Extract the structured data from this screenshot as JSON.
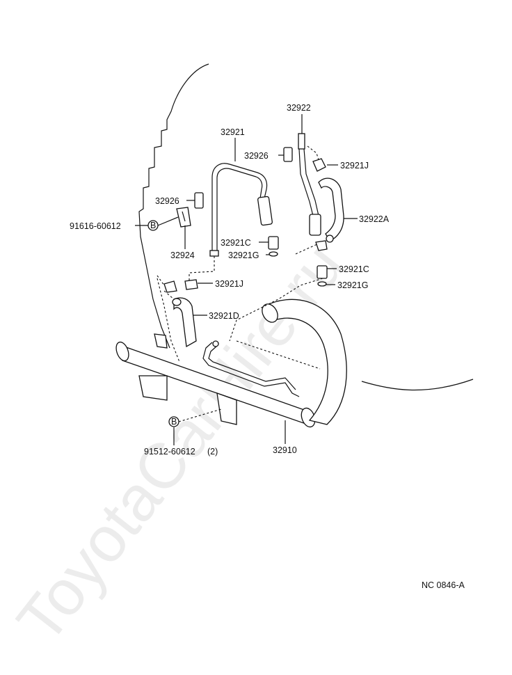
{
  "diagram_code": "NC 0846-A",
  "watermark": "ToyotaCarHire.ru",
  "labels": {
    "p32922": "32922",
    "p32921": "32921",
    "p32926_a": "32926",
    "p32921J_a": "32921J",
    "p32926_b": "32926",
    "p32922A": "32922A",
    "p91616": "91616-60612",
    "p32924": "32924",
    "p32921C_a": "32921C",
    "p32921G_a": "32921G",
    "p32921C_b": "32921C",
    "p32921G_b": "32921G",
    "p32921J_b": "32921J",
    "p32921D": "32921D",
    "p91512": "91512-60612",
    "p91512_qty": "(2)",
    "p32910": "32910"
  },
  "bolt_marker": "B"
}
